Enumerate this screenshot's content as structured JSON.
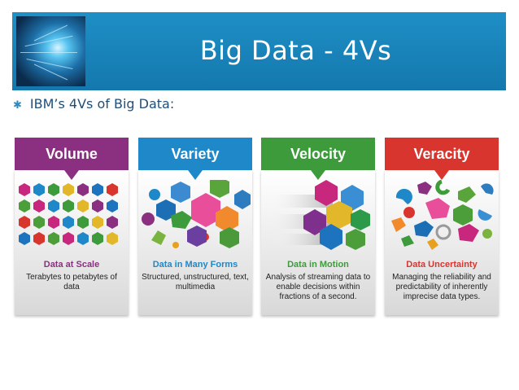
{
  "slide": {
    "title": "Big Data - 4Vs",
    "bullet": "IBM’s 4Vs of Big Data:"
  },
  "colors": {
    "header": "#1a84bb",
    "volume": "#8b2f80",
    "variety": "#1f88c9",
    "velocity": "#3d9b3b",
    "veracity": "#d9352f"
  },
  "cards": [
    {
      "title": "Volume",
      "subtitle": "Data at Scale",
      "description": "Terabytes to petabytes of data"
    },
    {
      "title": "Variety",
      "subtitle": "Data in Many Forms",
      "description": "Structured, unstructured, text, multimedia"
    },
    {
      "title": "Velocity",
      "subtitle": "Data in Motion",
      "description": "Analysis of streaming data to enable decisions within fractions of a second."
    },
    {
      "title": "Veracity",
      "subtitle": "Data Uncertainty",
      "description": "Managing the reliability and predictability of inherently imprecise data types."
    }
  ]
}
